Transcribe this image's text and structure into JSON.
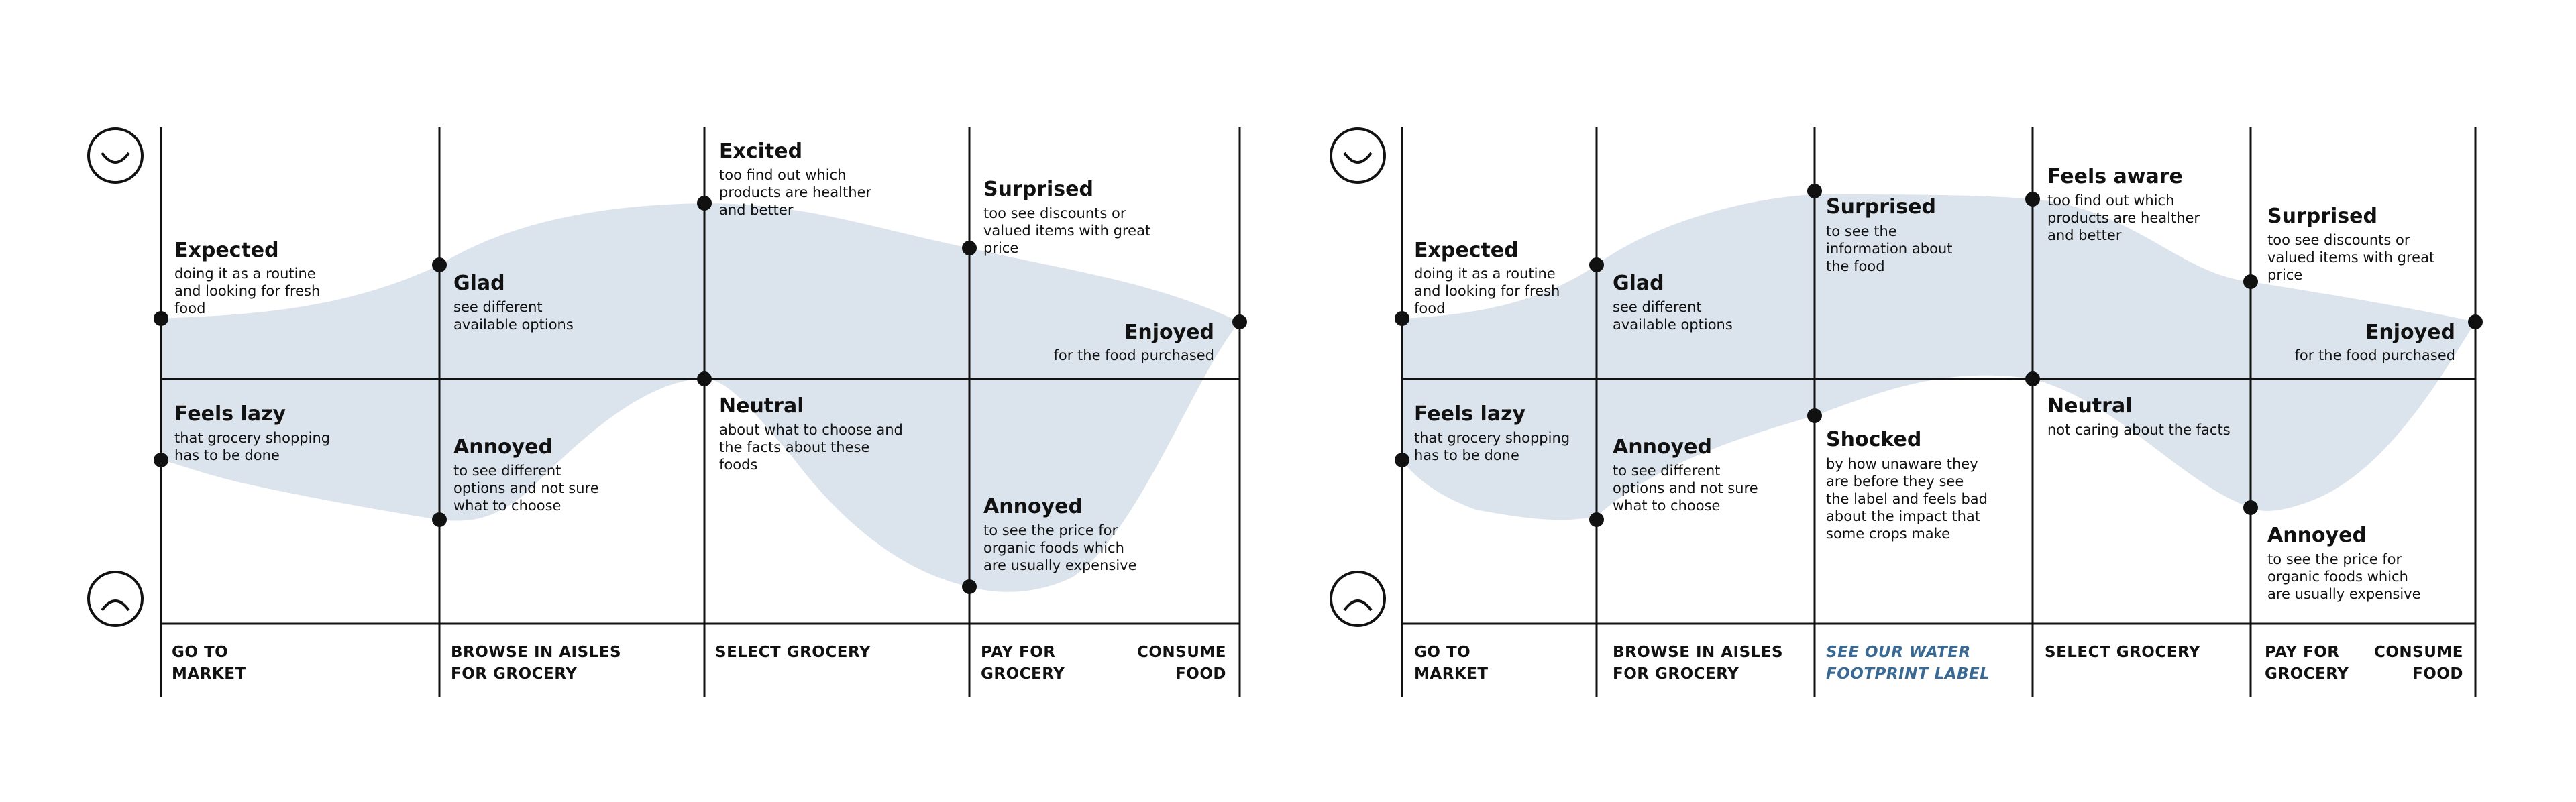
{
  "colors": {
    "curve_fill": "#dbe3ec",
    "ink": "#111111",
    "accent": "#3a6a93"
  },
  "icons": {
    "happy": "smiley-face-icon",
    "sad": "sad-face-icon"
  },
  "maps": [
    {
      "stages": [
        {
          "line1": "GO TO",
          "line2": "MARKET"
        },
        {
          "line1": "BROWSE IN AISLES",
          "line2": "FOR GROCERY"
        },
        {
          "line1": "SELECT GROCERY",
          "line2": ""
        },
        {
          "line1": "PAY FOR",
          "line2": "GROCERY"
        },
        {
          "line1": "CONSUME",
          "line2": "FOOD"
        }
      ],
      "emotions": [
        {
          "title": "Expected",
          "lines": [
            "doing it as a routine",
            "and looking for fresh",
            "food"
          ]
        },
        {
          "title": "Feels lazy",
          "lines": [
            "that grocery shopping",
            "has to be done"
          ]
        },
        {
          "title": "Glad",
          "lines": [
            "see different",
            "available options"
          ]
        },
        {
          "title": "Annoyed",
          "lines": [
            "to see different",
            "options and not sure",
            "what to choose"
          ]
        },
        {
          "title": "Excited",
          "lines": [
            "too find out which",
            "products are healther",
            "and better"
          ]
        },
        {
          "title": "Neutral",
          "lines": [
            "about what to choose and",
            "the facts about these",
            "foods"
          ]
        },
        {
          "title": "Surprised",
          "lines": [
            "too see discounts or",
            "valued items with great",
            "price"
          ]
        },
        {
          "title": "Annoyed",
          "lines": [
            "to see the price for",
            "organic foods which",
            "are usually expensive"
          ]
        },
        {
          "title": "Enjoyed",
          "lines": [
            "for the food purchased"
          ]
        }
      ]
    },
    {
      "stages": [
        {
          "line1": "GO TO",
          "line2": "MARKET"
        },
        {
          "line1": "BROWSE IN AISLES",
          "line2": "FOR GROCERY"
        },
        {
          "line1": "SEE OUR WATER",
          "line2": "FOOTPRINT LABEL",
          "accent": true
        },
        {
          "line1": "SELECT GROCERY",
          "line2": ""
        },
        {
          "line1": "PAY FOR",
          "line2": "GROCERY"
        },
        {
          "line1": "CONSUME",
          "line2": "FOOD"
        }
      ],
      "emotions": [
        {
          "title": "Expected",
          "lines": [
            "doing it as a routine",
            "and looking for fresh",
            "food"
          ]
        },
        {
          "title": "Feels lazy",
          "lines": [
            "that grocery shopping",
            "has to be done"
          ]
        },
        {
          "title": "Glad",
          "lines": [
            "see different",
            "available options"
          ]
        },
        {
          "title": "Annoyed",
          "lines": [
            "to see different",
            "options and not sure",
            "what to choose"
          ]
        },
        {
          "title": "Surprised",
          "lines": [
            "to see the",
            "information about",
            "the food"
          ]
        },
        {
          "title": "Shocked",
          "lines": [
            "by how unaware they",
            "are before they see",
            "the label and feels bad",
            "about the impact that",
            "some crops make"
          ]
        },
        {
          "title": "Feels aware",
          "lines": [
            "too find out which",
            "products are healther",
            "and better"
          ]
        },
        {
          "title": "Neutral",
          "lines": [
            "not caring about the facts"
          ]
        },
        {
          "title": "Surprised",
          "lines": [
            "too see discounts or",
            "valued items with great",
            "price"
          ]
        },
        {
          "title": "Annoyed",
          "lines": [
            "to see the price for",
            "organic foods which",
            "are usually expensive"
          ]
        },
        {
          "title": "Enjoyed",
          "lines": [
            "for the food purchased"
          ]
        }
      ]
    }
  ]
}
